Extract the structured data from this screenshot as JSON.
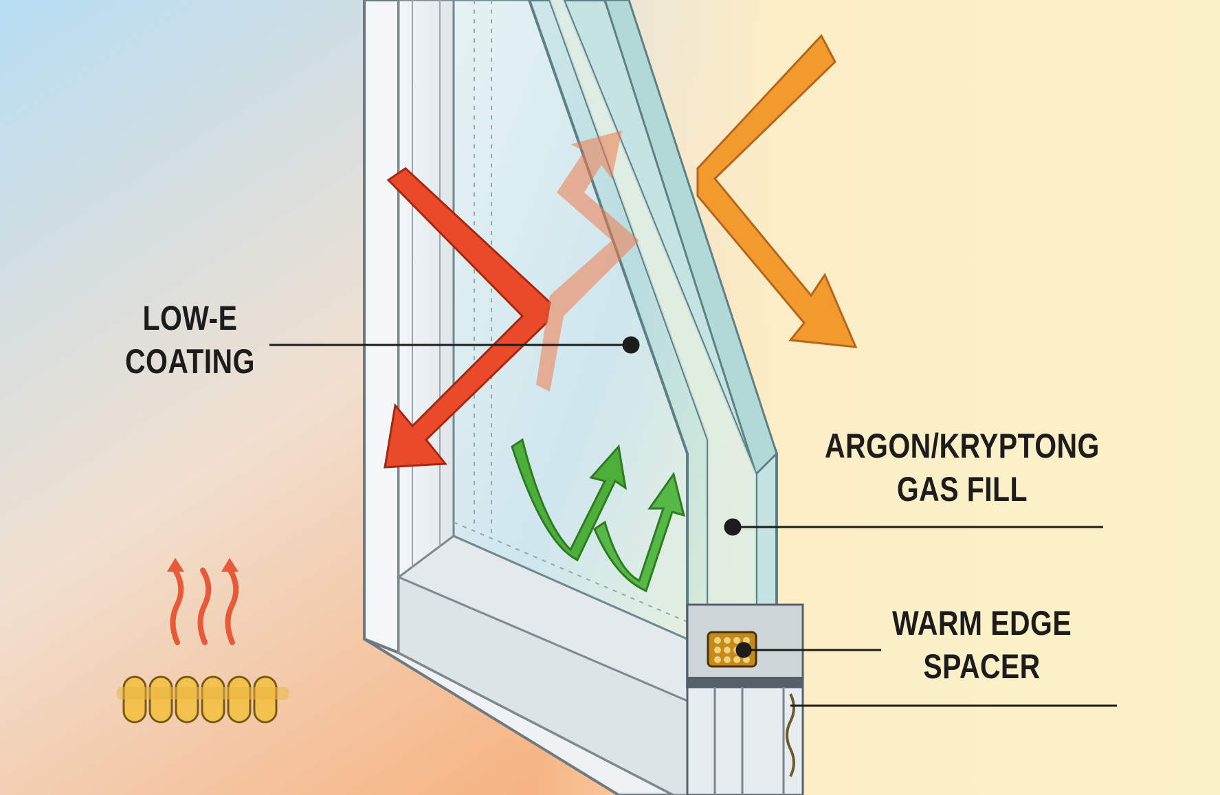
{
  "labels": {
    "low_e": {
      "line1": "LOW-E",
      "line2": "COATING"
    },
    "gas_fill": {
      "line1": "ARGON/KRYPTONG",
      "line2": "GAS FILL"
    },
    "warm_edge": {
      "line1": "WARM EDGE",
      "line2": "SPACER"
    }
  },
  "colors": {
    "sky_blue": "#bfe3f3",
    "warm_orange": "#f5b98a",
    "cream": "#fbefc0",
    "glass": "#a9d3d6",
    "frame": "#ecf1f4",
    "heat_red": "#e94a2a",
    "sun_orange": "#f39a2f",
    "circulation_green": "#4caf3a",
    "radiator_yellow": "#f2c14e"
  },
  "icons": [
    "heat-waves-icon",
    "radiator-icon",
    "reflected-heat-arrow-icon",
    "incoming-sun-arrow-icon",
    "gas-circulation-arrows-icon",
    "spacer-icon"
  ]
}
